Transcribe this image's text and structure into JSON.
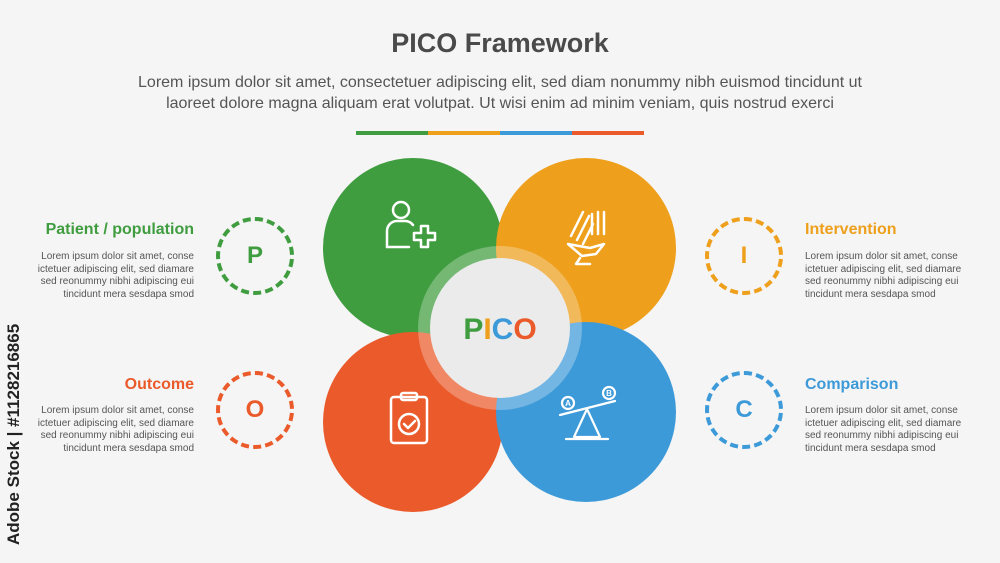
{
  "title": "PICO Framework",
  "subtitle_line1": "Lorem ipsum dolor sit amet, consectetuer adipiscing elit, sed diam nonummy nibh euismod tincidunt ut",
  "subtitle_line2": "laoreet dolore magna aliquam erat volutpat. Ut wisi enim ad minim veniam, quis nostrud exerci",
  "center_letters": [
    "P",
    "I",
    "C",
    "O"
  ],
  "colors": {
    "green": "#3f9d3f",
    "orange": "#ee9f1b",
    "red": "#ea5a2a",
    "blue": "#3d9ad9"
  },
  "items": [
    {
      "letter": "P",
      "heading": "Patient / population",
      "icon": "patient-plus-icon",
      "body": [
        "Lorem ipsum dolor sit amet, conse",
        "ictetuer adipiscing elit, sed diamare",
        "sed reonummy nibhi  adipiscing eui",
        "tincidunt mera sesdapa smod"
      ]
    },
    {
      "letter": "I",
      "heading": "Intervention",
      "icon": "hand-stop-dominoes-icon",
      "body": [
        "Lorem ipsum dolor sit amet, conse",
        "ictetuer adipiscing elit, sed diamare",
        "sed reonummy nibhi  adipiscing eui",
        "tincidunt mera sesdapa smod"
      ]
    },
    {
      "letter": "O",
      "heading": "Outcome",
      "icon": "clipboard-check-icon",
      "body": [
        "Lorem ipsum dolor sit amet, conse",
        "ictetuer adipiscing elit, sed diamare",
        "sed reonummy nibhi  adipiscing eui",
        "tincidunt mera sesdapa smod"
      ]
    },
    {
      "letter": "C",
      "heading": "Comparison",
      "icon": "balance-seesaw-icon",
      "body": [
        "Lorem ipsum dolor sit amet, conse",
        "ictetuer adipiscing elit, sed diamare",
        "sed reonummy nibhi  adipiscing eui",
        "tincidunt mera sesdapa smod"
      ]
    }
  ],
  "seesaw_labels": [
    "A",
    "B"
  ],
  "watermark_vertical": "Adobe Stock | #1128216865"
}
